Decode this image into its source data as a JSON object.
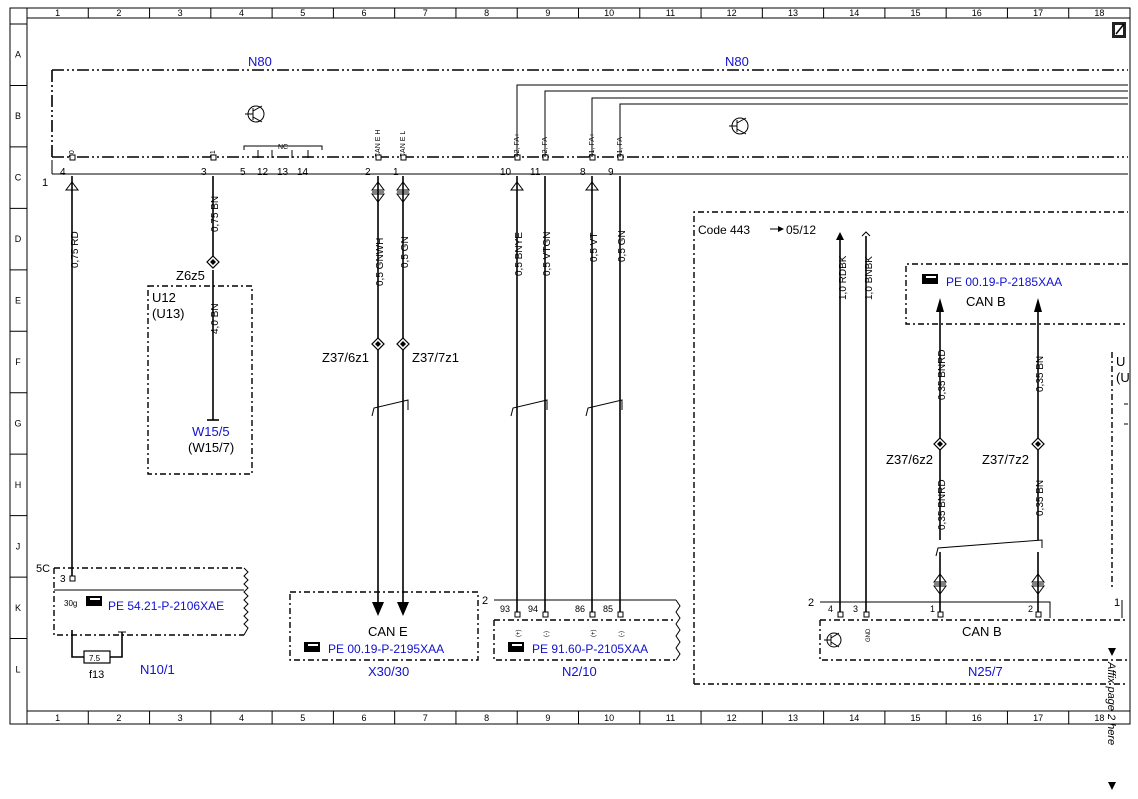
{
  "grid": {
    "columns": [
      "1",
      "2",
      "3",
      "4",
      "5",
      "6",
      "7",
      "8",
      "9",
      "10",
      "11",
      "12",
      "13",
      "14",
      "15",
      "16",
      "17",
      "18"
    ],
    "rows": [
      "A",
      "B",
      "C",
      "D",
      "E",
      "F",
      "G",
      "H",
      "J",
      "K",
      "L"
    ]
  },
  "components": {
    "n80_left": "N80",
    "n80_right": "N80",
    "u12": "U12",
    "u13": "(U13)",
    "w15_5": "W15/5",
    "w15_7": "(W15/7)",
    "z6z5": "Z6z5",
    "z37_6z1": "Z37/6z1",
    "z37_7z1": "Z37/7z1",
    "z37_6z2": "Z37/6z2",
    "z37_7z2": "Z37/7z2",
    "code443": "Code 443",
    "code_date": "05/12",
    "nc": "NC",
    "can_e": "CAN E",
    "can_b_top": "CAN B",
    "can_b_bottom": "CAN B",
    "x30_30": "X30/30",
    "n2_10": "N2/10",
    "n10_1": "N10/1",
    "n25_7": "N25/7",
    "f13": "f13",
    "fuse_value": "7.5",
    "c5": "5C",
    "pin_30g": "30g",
    "row_marker_1": "1",
    "conn2_x30": "2",
    "conn2_n25": "2",
    "conn1_right": "1"
  },
  "references": {
    "ref_54": "PE 54.21-P-2106XAE",
    "ref_00_x30": "PE 00.19-P-2195XAA",
    "ref_91": "PE 91.60-P-2105XAA",
    "ref_00_top": "PE 00.19-P-2185XAA"
  },
  "n80_pins": {
    "tags": [
      "30",
      "31",
      "CAN E H",
      "CAN E L",
      "B2, FA+",
      "B2, FA-",
      "B1, FA+",
      "B1, FA-"
    ],
    "numbers": [
      "4",
      "3",
      "5",
      "12",
      "13",
      "14",
      "2",
      "1",
      "10",
      "11",
      "8",
      "9"
    ]
  },
  "wires": {
    "w1": "0,75 RD",
    "w2": "0,75 BN",
    "w3": "4,0 BN",
    "w4": "0,5 GNWH",
    "w5": "0,5 GN",
    "w6": "0,5 BNYE",
    "w7": "0,5 VTGN",
    "w8": "0,5 VT",
    "w9": "0,5 GN",
    "w10": "1,0 RDBK",
    "w11": "1,0 BNBK",
    "w12": "0,35 BNRD",
    "w13": "0,35 BN",
    "w14": "0,35 BNRD",
    "w15": "0,35 BN"
  },
  "n2_pins": {
    "numbers": [
      "93",
      "94",
      "86",
      "85"
    ],
    "signs": [
      "(+)",
      "(-)",
      "(+)",
      "(-)"
    ]
  },
  "n25_pins": {
    "numbers": [
      "4",
      "3",
      "1",
      "2"
    ],
    "labels": [
      "GND"
    ]
  },
  "side_text": {
    "partial_u": "U",
    "partial_u2": "(U",
    "affix": "Affix page 2 here"
  }
}
